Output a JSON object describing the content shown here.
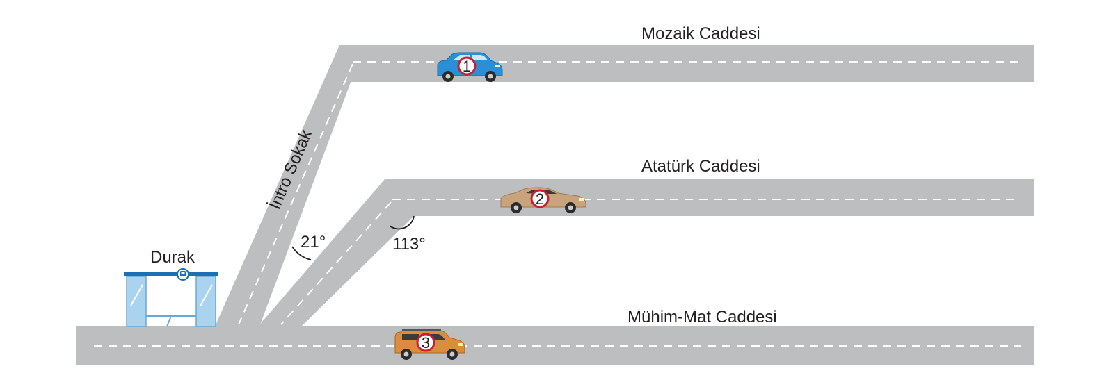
{
  "roads": {
    "top": "Mozaik Caddesi",
    "middle": "Atatürk Caddesi",
    "bottom": "Mühim-Mat Caddesi",
    "diagonal": "İntro Sokak"
  },
  "angles": {
    "left": "21°",
    "right": "113°"
  },
  "stop": {
    "label": "Durak",
    "icon": "bus-icon"
  },
  "cars": [
    {
      "number": "1",
      "color": "#2b8fd6",
      "icon": "hatchback-car-icon"
    },
    {
      "number": "2",
      "color": "#c8a37c",
      "icon": "sports-car-icon"
    },
    {
      "number": "3",
      "color": "#d98d3f",
      "icon": "suv-car-icon"
    }
  ]
}
